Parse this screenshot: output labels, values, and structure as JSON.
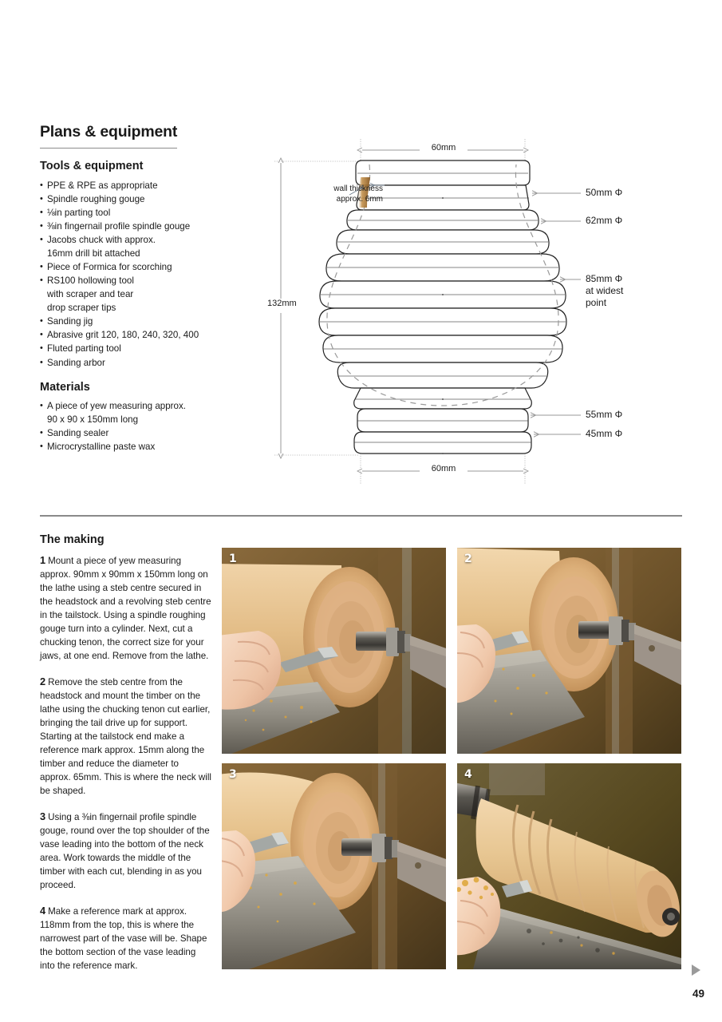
{
  "page": {
    "number": "49",
    "next_arrow_icon": "triangle-right-icon"
  },
  "header": {
    "title": "Plans & equipment"
  },
  "tools": {
    "heading": "Tools & equipment",
    "items": [
      "PPE & RPE as appropriate",
      "Spindle roughing gouge",
      "⅛in parting tool",
      "⅜in fingernail profile spindle gouge",
      "Jacobs chuck with approx.",
      "16mm drill bit attached",
      "Piece of Formica for scorching",
      "RS100 hollowing tool",
      "with scraper and tear",
      "drop scraper tips",
      "Sanding jig",
      "Abrasive grit 120, 180, 240, 320, 400",
      "Fluted parting tool",
      "Sanding arbor"
    ]
  },
  "materials": {
    "heading": "Materials",
    "items": [
      "A piece of yew measuring approx.",
      "90 x 90 x 150mm long",
      "Sanding sealer",
      "Microcrystalline paste wax"
    ]
  },
  "drawing": {
    "top_width": "60mm",
    "bottom_width": "60mm",
    "height": "132mm",
    "wall_thickness_label_line1": "wall thickness",
    "wall_thickness_label_line2": "approx. 6mm",
    "callouts": [
      "50mm Φ",
      "62mm Φ",
      "85mm Φ",
      "at widest",
      "point",
      "55mm Φ",
      "45mm Φ"
    ],
    "neck_diameter": "50mm Φ",
    "shoulder_diameter": "62mm Φ",
    "widest_diameter": "85mm Φ",
    "widest_note_line1": "at widest",
    "widest_note_line2": "point",
    "foot_upper_diameter": "55mm Φ",
    "foot_lower_diameter": "45mm Φ"
  },
  "making": {
    "heading": "The making",
    "steps": [
      {
        "number": "1",
        "text": "Mount a piece of yew measuring approx. 90mm x 90mm x 150mm long on the lathe using a steb centre secured in the headstock and a revolving steb centre in the tailstock. Using a spindle roughing gouge turn into a cylinder. Next, cut a chucking tenon, the correct size for your jaws, at one end. Remove from the lathe."
      },
      {
        "number": "2",
        "text": "Remove the steb centre from the headstock and mount the timber on the lathe using the chucking tenon cut earlier, bringing the tail drive up for support. Starting at the tailstock end make a reference mark approx. 15mm along the timber and reduce the diameter to approx. 65mm. This is where the neck will be shaped."
      },
      {
        "number": "3",
        "text": "Using a ⅜in fingernail profile spindle gouge, round over the top shoulder of the vase leading into the bottom of the neck area. Work towards the middle of the timber with each cut, blending in as you proceed."
      },
      {
        "number": "4",
        "text": "Make a reference mark at approx. 118mm from the top, this is where the narrowest part of the vase will be. Shape the bottom section of the vase leading into the reference mark."
      }
    ]
  },
  "photos": [
    {
      "badge": "1",
      "caption": "lathe turning cylinder with parting tool at tailstock"
    },
    {
      "badge": "2",
      "caption": "parting tool cutting tenon near revolving centre"
    },
    {
      "badge": "3",
      "caption": "gouge shaping shoulder of workpiece on lathe"
    },
    {
      "badge": "4",
      "caption": "shaped vase blank on lathe with tool at reference mark"
    }
  ],
  "colors": {
    "rule": "#8a8a8a",
    "text": "#1a1a1a",
    "drawing_line": "#222222",
    "dimension_line": "#9a9a9a",
    "wall_highlight": "#b5803c",
    "wood": "#e0b583",
    "background_warm": "#7a5c33",
    "background_olive": "#5c4a22",
    "metal": "#8e8b84"
  }
}
